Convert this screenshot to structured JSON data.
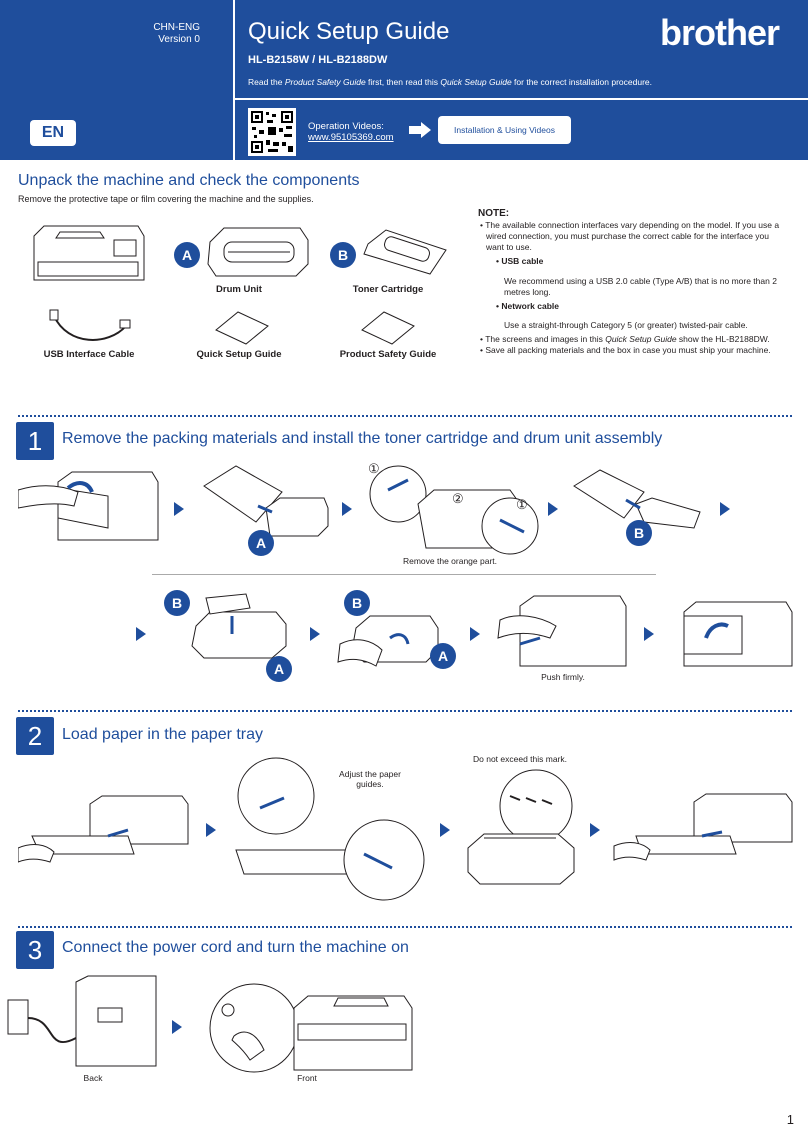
{
  "header": {
    "lang_code": "CHN-ENG",
    "version": "Version 0",
    "language": "EN",
    "title": "Quick Setup Guide",
    "brand": "brother",
    "models": "HL-B2158W / HL-B2188DW",
    "intro_pre": "Read the ",
    "intro_psg": "Product Safety Guide",
    "intro_mid": " first, then read this ",
    "intro_qsg": "Quick Setup Guide",
    "intro_post": " for the correct installation procedure.",
    "videos_label": "Operation Videos:",
    "videos_link": "www.95105369.com",
    "videos_button": "Installation & Using Videos"
  },
  "unpack": {
    "title": "Unpack the machine and check the components",
    "subtitle": "Remove the protective tape or film covering the machine and the supplies.",
    "badge_a": "A",
    "badge_b": "B",
    "drum": "Drum Unit",
    "toner": "Toner Cartridge",
    "usb": "USB Interface Cable",
    "qsg": "Quick Setup Guide",
    "psg": "Product Safety Guide"
  },
  "note": {
    "heading": "NOTE:",
    "item1": "The available connection interfaces vary depending on the model. If you use a wired connection, you must purchase the correct cable for the interface you want to use.",
    "usb_title": "USB cable",
    "usb_text": "We recommend using a USB 2.0 cable (Type A/B) that is no more than 2 metres long.",
    "net_title": "Network cable",
    "net_text": "Use a straight-through Category 5 (or greater) twisted-pair cable.",
    "item2_pre": "The screens and images in this ",
    "item2_qsg": "Quick Setup Guide",
    "item2_post": " show the HL-B2188DW.",
    "item3": "Save all packing materials and the box in case you must ship your machine."
  },
  "step1": {
    "num": "1",
    "title": "Remove the packing materials and install the toner cartridge and drum unit assembly",
    "badge_a": "A",
    "badge_b": "B",
    "callout1": "①",
    "callout2": "②",
    "orange": "Remove the orange part.",
    "push": "Push firmly."
  },
  "step2": {
    "num": "2",
    "title": "Load paper in the paper tray",
    "guides": "Adjust the paper guides.",
    "mark": "Do not exceed this mark."
  },
  "step3": {
    "num": "3",
    "title": "Connect the power cord and turn the machine on",
    "back": "Back",
    "front": "Front"
  },
  "page_number": "1"
}
